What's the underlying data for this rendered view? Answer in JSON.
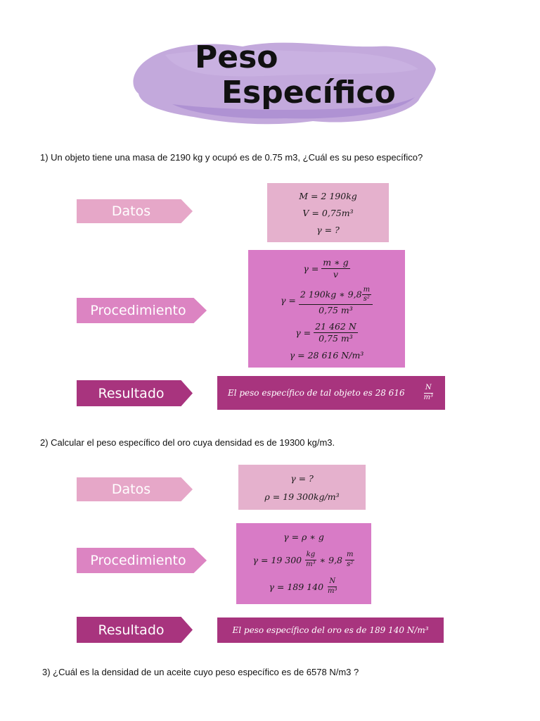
{
  "title": {
    "line1": "Peso",
    "line2": "Específico"
  },
  "colors": {
    "light": "#e6a7c8",
    "mid": "#dc84c2",
    "dark": "#a8347e",
    "watercolor": "#b89ad6"
  },
  "labels": {
    "datos": "Datos",
    "procedimiento": "Procedimiento",
    "resultado": "Resultado"
  },
  "q1": {
    "question": "1) Un objeto tiene una masa de 2190 kg y ocupó es de 0.75 m3, ¿Cuál es su peso específico?",
    "datos": {
      "m": "M = 2 190kg",
      "v": "V = 0,75m³",
      "g": "γ = ?"
    },
    "proc": {
      "l1_lhs": "γ =",
      "l1_num": "m ∗ g",
      "l1_den": "v",
      "l2_lhs": "γ =",
      "l2_num_a": "2 190kg ∗ 9,8",
      "l2_num_fn": "m",
      "l2_num_fd": "s²",
      "l2_den": "0,75 m³",
      "l3_lhs": "γ =",
      "l3_num": "21 462 N",
      "l3_den": "0,75 m³",
      "l4": "γ = 28 616 N/m³"
    },
    "result": {
      "text": "El peso específico de tal objeto es 28 616",
      "unit_num": "N",
      "unit_den": "m³"
    }
  },
  "q2": {
    "question": "2) Calcular el peso específico del oro cuya densidad es de 19300 kg/m3.",
    "datos": {
      "g": "γ = ?",
      "rho": "ρ = 19 300kg/m³"
    },
    "proc": {
      "l1": "γ = ρ ∗ g",
      "l2_lhs": "γ = 19 300",
      "l2_f1n": "kg",
      "l2_f1d": "m³",
      "l2_mid": "∗ 9,8",
      "l2_f2n": "m",
      "l2_f2d": "s²",
      "l3_lhs": "γ = 189 140",
      "l3_fn": "N",
      "l3_fd": "m³"
    },
    "result": {
      "text": "El peso específico del oro es de 189 140 N/m³"
    }
  },
  "q3": {
    "question": "3) ¿Cuál es la densidad de un aceite cuyo peso específico es de 6578 N/m3 ?"
  }
}
